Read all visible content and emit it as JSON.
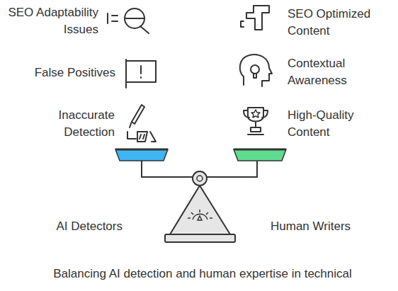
{
  "diagram": {
    "caption": "Balancing AI detection and human expertise in technical",
    "labels": [
      "SEO Adaptability Issues",
      "False Positives",
      "Inaccurate Detection",
      "SEO Optimized Content",
      "Contextual Awareness",
      "High-Quality Content",
      "AI Detectors",
      "Human Writers"
    ]
  }
}
